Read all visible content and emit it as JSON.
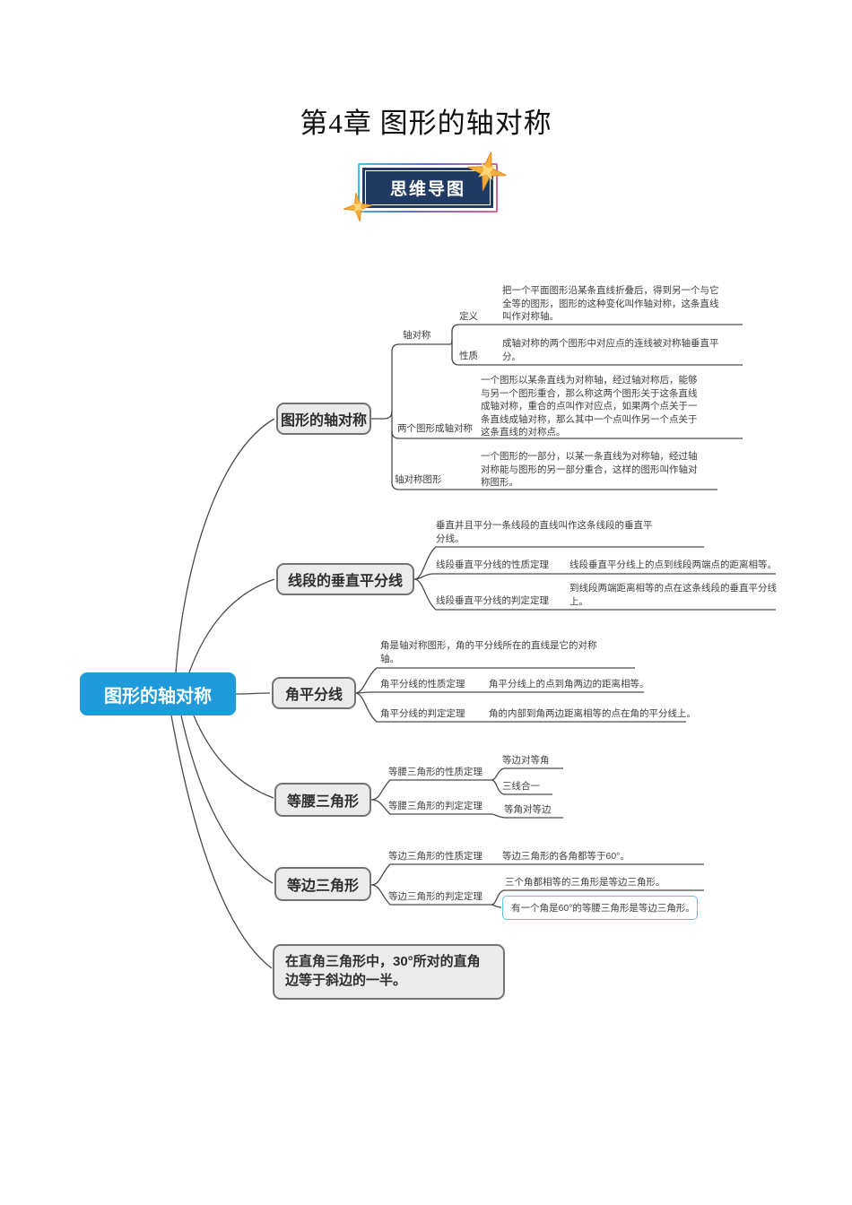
{
  "page": {
    "title": "第4章 图形的轴对称",
    "badge": "思维导图"
  },
  "colors": {
    "center_node_fill": "#1f9bdb",
    "branch_node_fill": "#ebebeb",
    "branch_node_border": "#737373",
    "highlight_border": "#56c7f2",
    "badge_fill": "#203a64",
    "star_gold": "#f5ae3d",
    "line": "#4a4a4a"
  },
  "mindmap": {
    "root": "图形的轴对称",
    "branches": [
      {
        "label": "图形的轴对称",
        "children": [
          {
            "label": "轴对称",
            "children": [
              {
                "label": "定义",
                "text": "把一个平面图形沿某条直线折叠后，得到另一个与它\n全等的图形，图形的这种变化叫作轴对称，这条直线\n叫作对称轴。"
              },
              {
                "label": "性质",
                "text": "成轴对称的两个图形中对应点的连线被对称轴垂直平\n分。"
              }
            ]
          },
          {
            "label": "两个图形成轴对称",
            "text": "一个图形以某条直线为对称轴，经过轴对称后，能够\n与另一个图形重合，那么称这两个图形关于这条直线\n成轴对称，重合的点叫作对应点，如果两个点关于一\n条直线成轴对称，那么其中一个点叫作另一个点关于\n这条直线的对称点。"
          },
          {
            "label": "轴对称图形",
            "text": "一个图形的一部分，以某一条直线为对称轴，经过轴\n对称能与图形的另一部分重合，这样的图形叫作轴对\n称图形。"
          }
        ]
      },
      {
        "label": "线段的垂直平分线",
        "intro": "垂直并且平分一条线段的直线叫作这条线段的垂直平\n分线。",
        "children": [
          {
            "label": "线段垂直平分线的性质定理",
            "text": "线段垂直平分线上的点到线段两端点的距离相等。"
          },
          {
            "label": "线段垂直平分线的判定定理",
            "text": "到线段两端距离相等的点在这条线段的垂直平分线\n上。"
          }
        ]
      },
      {
        "label": "角平分线",
        "intro": "角是轴对称图形，角的平分线所在的直线是它的对称\n轴。",
        "children": [
          {
            "label": "角平分线的性质定理",
            "text": "角平分线上的点到角两边的距离相等。"
          },
          {
            "label": "角平分线的判定定理",
            "text": "角的内部到角两边距离相等的点在角的平分线上。"
          }
        ]
      },
      {
        "label": "等腰三角形",
        "children": [
          {
            "label": "等腰三角形的性质定理",
            "items": [
              "等边对等角",
              "三线合一"
            ]
          },
          {
            "label": "等腰三角形的判定定理",
            "items": [
              "等角对等边"
            ]
          }
        ]
      },
      {
        "label": "等边三角形",
        "children": [
          {
            "label": "等边三角形的性质定理",
            "text": "等边三角形的各角都等于60°。"
          },
          {
            "label": "等边三角形的判定定理",
            "items": [
              "三个角都相等的三角形是等边三角形。",
              "有一个角是60°的等腰三角形是等边三角形。"
            ],
            "highlighted_item": 1
          }
        ]
      },
      {
        "label": "在直角三角形中，30°所对的直角\n边等于斜边的一半。"
      }
    ]
  }
}
